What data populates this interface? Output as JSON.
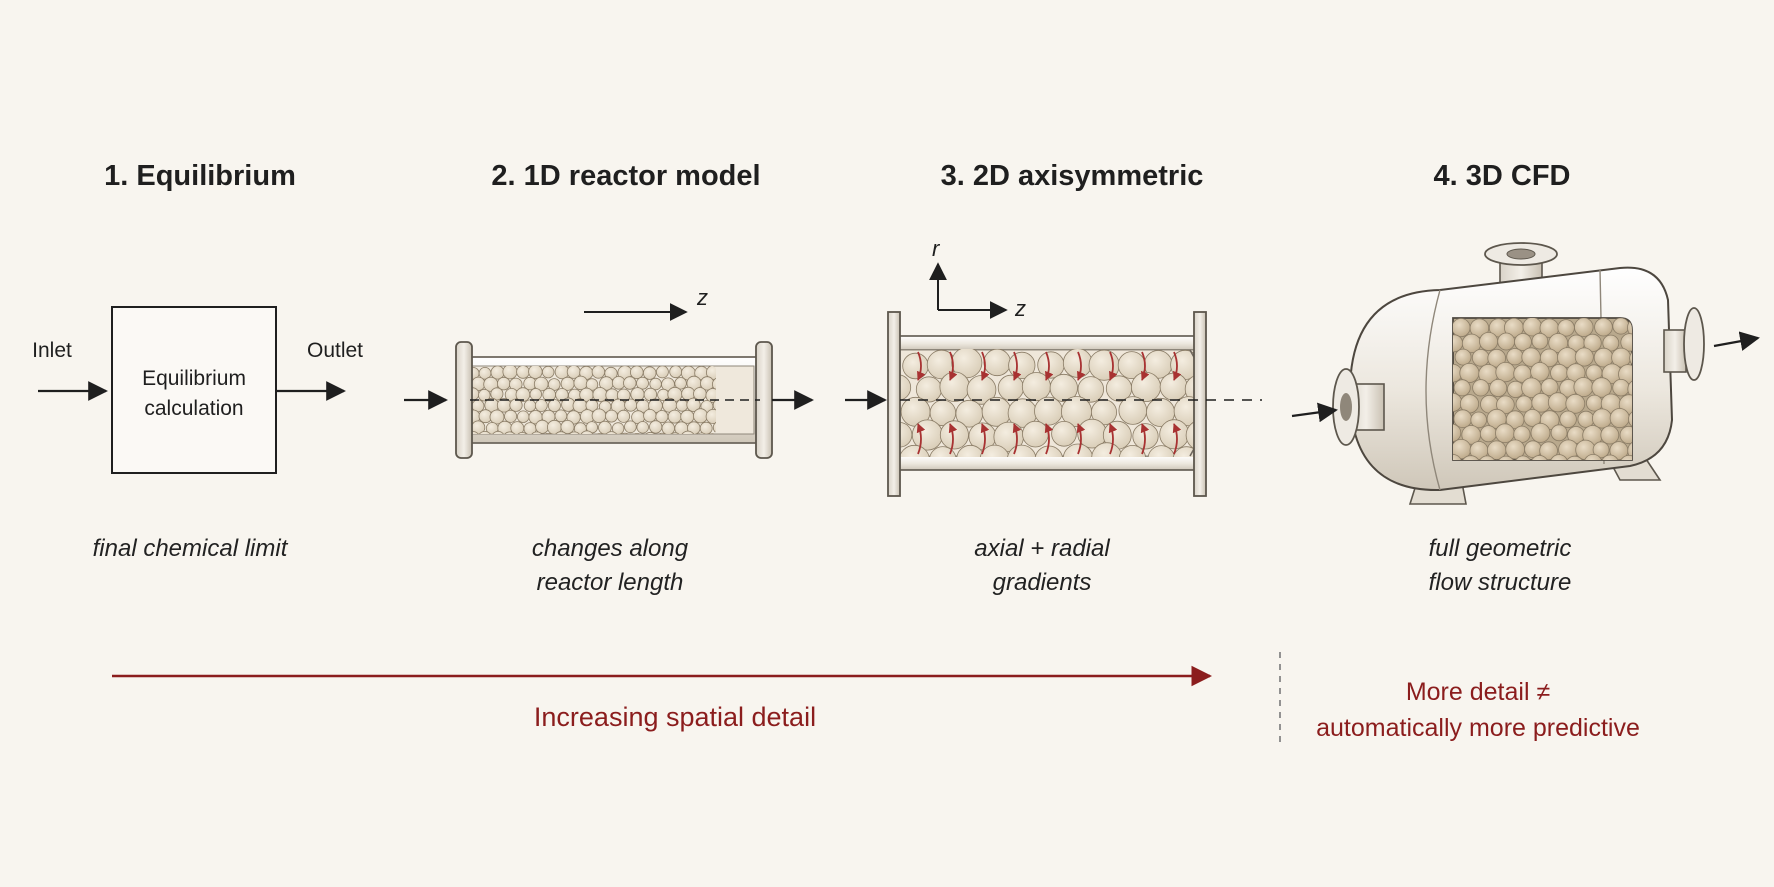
{
  "stages": [
    {
      "title": "1. Equilibrium",
      "caption": [
        "final chemical limit"
      ]
    },
    {
      "title": "2. 1D reactor model",
      "caption": [
        "changes along",
        "reactor length"
      ]
    },
    {
      "title": "3. 2D axisymmetric",
      "caption": [
        "axial + radial",
        "gradients"
      ]
    },
    {
      "title": "4. 3D CFD",
      "caption": [
        "full geometric",
        "flow structure"
      ]
    }
  ],
  "equilibrium": {
    "inlet": "Inlet",
    "outlet": "Outlet",
    "box_lines": [
      "Equilibrium",
      "calculation"
    ]
  },
  "axes": {
    "z": "z",
    "r": "r"
  },
  "progress_label": "Increasing spatial detail",
  "note": [
    "More detail ≠",
    "automatically more predictive"
  ],
  "colors": {
    "accent": "#8b1d1d",
    "background": "#f8f5ef",
    "ink": "#1f1f1f",
    "pellet": "#e6dccb",
    "pellet_dark": "#cdbfa8"
  }
}
